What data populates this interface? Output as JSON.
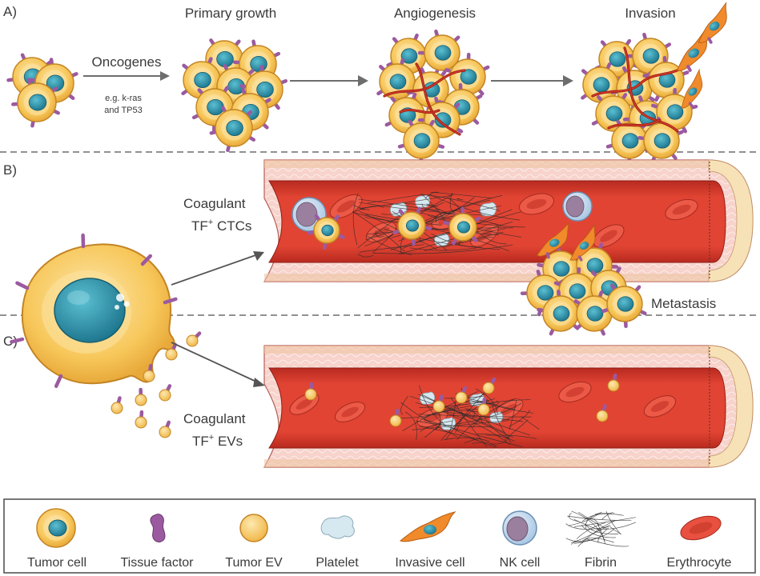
{
  "panels": {
    "a": {
      "label": "A)",
      "stages": [
        "Primary growth",
        "Angiogenesis",
        "Invasion"
      ],
      "arrow1_text": "Oncogenes",
      "arrow1_sub1": "e.g. k-ras",
      "arrow1_sub2": "and TP53"
    },
    "b": {
      "label": "B)",
      "text1": "Coagulant",
      "text2": "TF",
      "text2_sup": "+",
      "text2_rest": " CTCs",
      "metastasis": "Metastasis"
    },
    "c": {
      "label": "C)",
      "text1": "Coagulant",
      "text2": "TF",
      "text2_sup": "+",
      "text2_rest": " EVs"
    }
  },
  "legend": {
    "items": [
      "Tumor cell",
      "Tissue factor",
      "Tumor EV",
      "Platelet",
      "Invasive cell",
      "NK cell",
      "Fibrin",
      "Erythrocyte"
    ]
  },
  "colors": {
    "tumor_outer": "#f6c453",
    "tumor_inner": "#fbe3a3",
    "nucleus": "#2a8ea5",
    "tissue_factor": "#9b5aa0",
    "vessel_wall": "#f4c7c0",
    "blood": "#d9372a",
    "erythrocyte": "#e8503f",
    "invasive": "#f08a2a",
    "platelet": "#cfe3ec",
    "nk": "#9a7f9e"
  }
}
